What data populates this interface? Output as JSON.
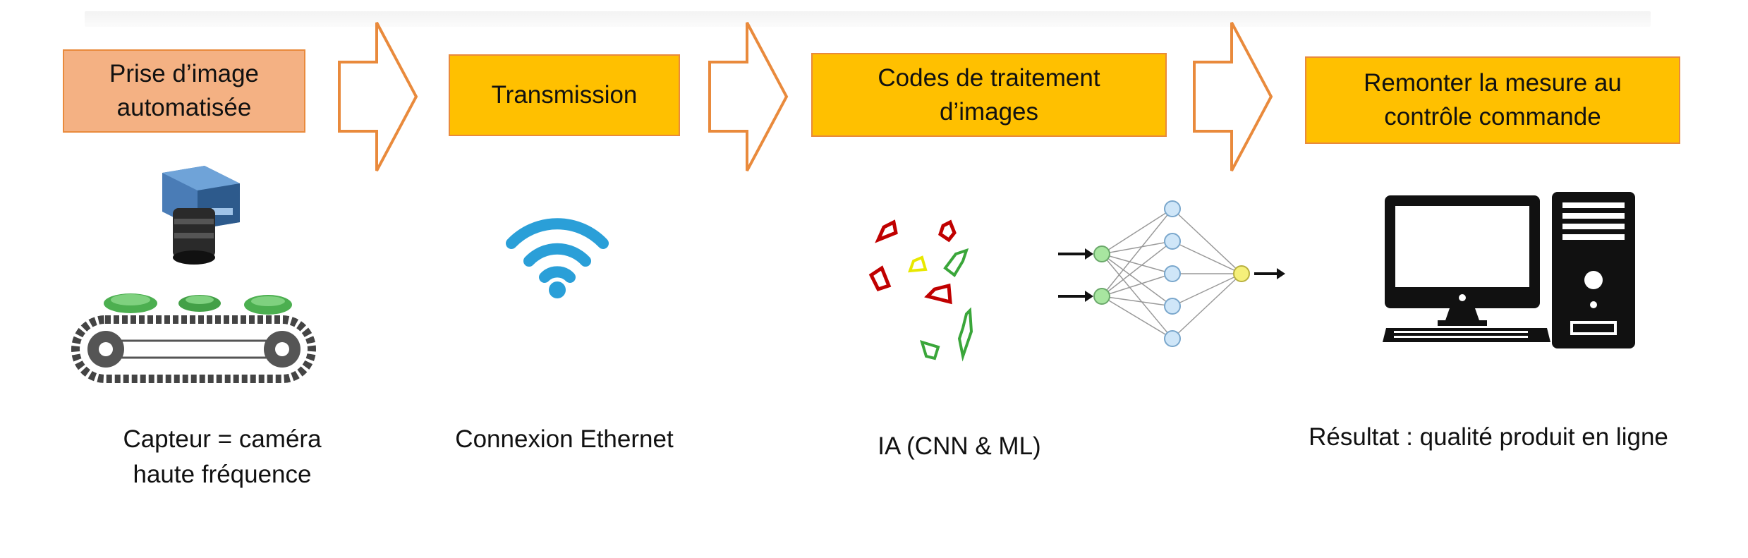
{
  "steps": [
    {
      "label": "Prise d’image\nautomatisée"
    },
    {
      "label": "Transmission"
    },
    {
      "label": "Codes de traitement\nd’images"
    },
    {
      "label": "Remonter  la mesure au\ncontrôle commande"
    }
  ],
  "captions": [
    {
      "text": "Capteur  = caméra\nhaute fréquence"
    },
    {
      "text": "Connexion Ethernet"
    },
    {
      "text": "IA (CNN & ML)"
    },
    {
      "text": "Résultat : qualité produit en ligne"
    }
  ],
  "colors": {
    "step_first": "#f4b183",
    "step_other": "#ffc000",
    "arrow_outline": "#e98a3c",
    "wifi": "#2a9fd8",
    "defect_red": "#c00000",
    "defect_green": "#3aa63a",
    "defect_yellow": "#e8e800"
  },
  "icons": [
    "camera-on-conveyor-icon",
    "wifi-icon",
    "defect-shapes-icon",
    "neural-network-icon",
    "computer-icon"
  ]
}
